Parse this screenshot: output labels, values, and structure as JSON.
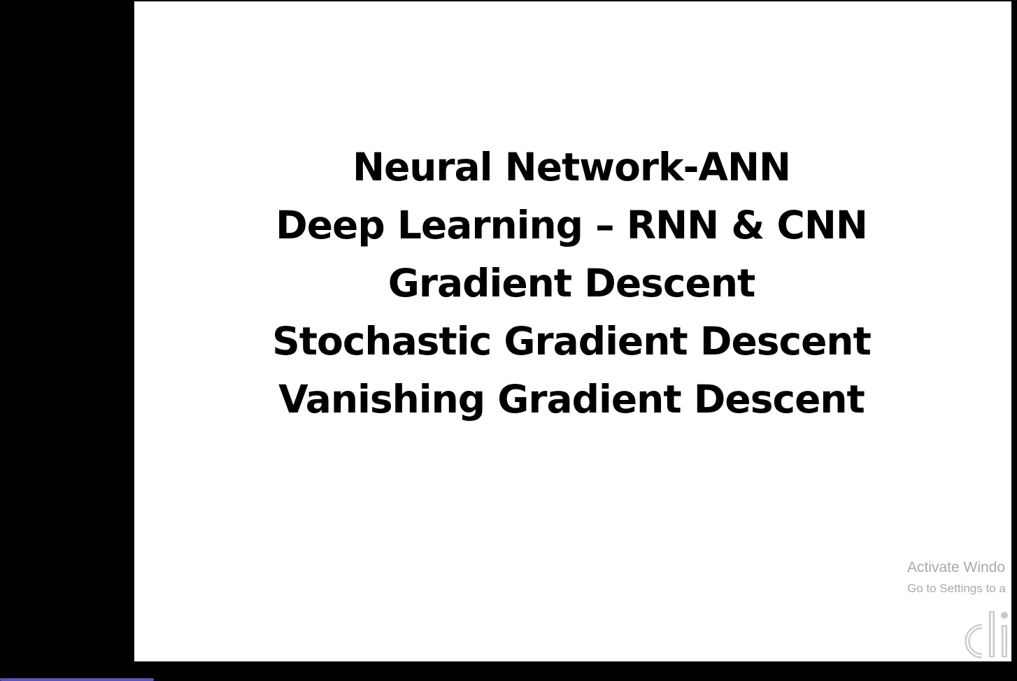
{
  "slide": {
    "lines": [
      "Neural Network-ANN",
      "Deep Learning – RNN & CNN",
      "Gradient Descent",
      "Stochastic Gradient Descent",
      "Vanishing Gradient Descent"
    ]
  },
  "watermark": {
    "title": "Activate Windo",
    "subtitle": "Go to Settings to a"
  },
  "logo": {
    "icon": "logo-icon"
  },
  "colors": {
    "background": "#000000",
    "slide": "#ffffff",
    "text": "#000000",
    "watermark": "#a9a9a9",
    "bottom_bar": "#5a54c8"
  }
}
